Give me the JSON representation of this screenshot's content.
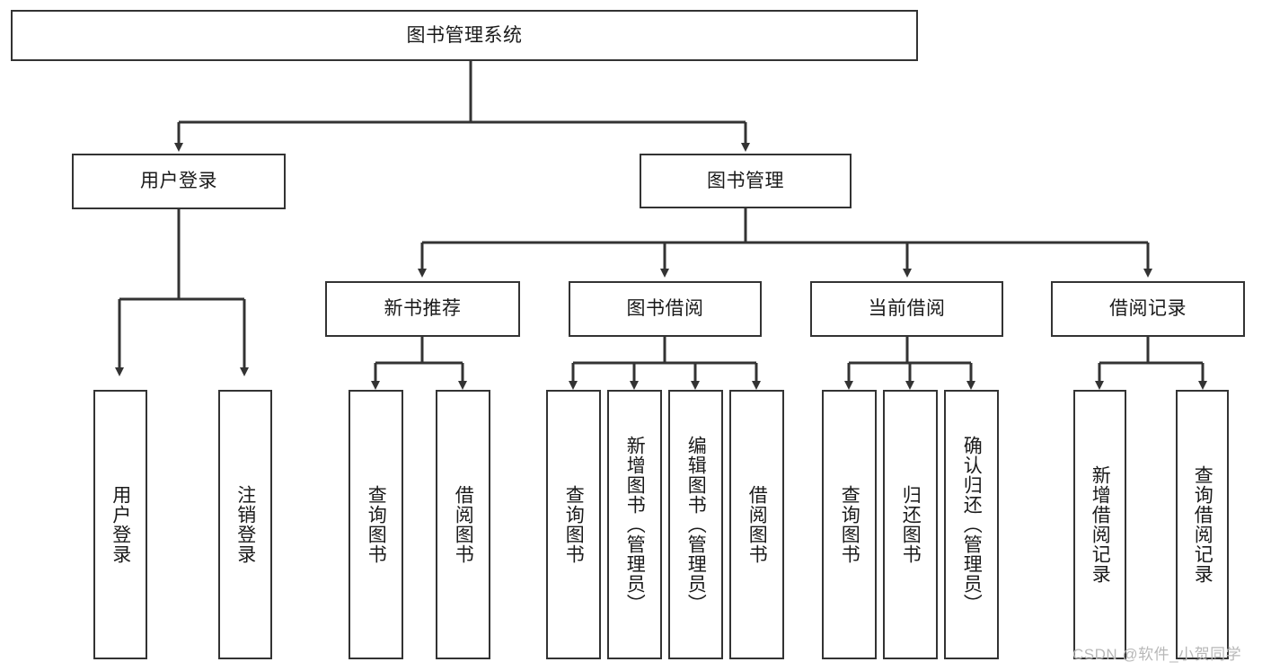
{
  "diagram": {
    "title_node": {
      "label": "图书管理系统"
    },
    "level2": [
      {
        "id": "user-login",
        "label": "用户登录"
      },
      {
        "id": "book-management",
        "label": "图书管理"
      }
    ],
    "level3": [
      {
        "id": "new-book-recommend",
        "label": "新书推荐"
      },
      {
        "id": "book-borrow",
        "label": "图书借阅"
      },
      {
        "id": "current-borrow",
        "label": "当前借阅"
      },
      {
        "id": "borrow-record",
        "label": "借阅记录"
      }
    ],
    "leaves": {
      "user_login": [
        {
          "id": "leaf-user-login",
          "label": "用户登录"
        },
        {
          "id": "leaf-logout-login",
          "label": "注销登录"
        }
      ],
      "new_book_recommend": [
        {
          "id": "leaf-query-book-1",
          "label": "查询图书"
        },
        {
          "id": "leaf-borrow-book-1",
          "label": "借阅图书"
        }
      ],
      "book_borrow": [
        {
          "id": "leaf-query-book-2",
          "label": "查询图书"
        },
        {
          "id": "leaf-add-book",
          "label": "新增图书（管理员）"
        },
        {
          "id": "leaf-edit-book",
          "label": "编辑图书（管理员）"
        },
        {
          "id": "leaf-borrow-book-2",
          "label": "借阅图书"
        }
      ],
      "current_borrow": [
        {
          "id": "leaf-query-book-3",
          "label": "查询图书"
        },
        {
          "id": "leaf-return-book",
          "label": "归还图书"
        },
        {
          "id": "leaf-confirm-return",
          "label": "确认归还（管理员）"
        }
      ],
      "borrow_record": [
        {
          "id": "leaf-add-record",
          "label": "新增借阅记录"
        },
        {
          "id": "leaf-query-record",
          "label": "查询借阅记录"
        }
      ]
    },
    "watermark": "CSDN @软件_小贺同学",
    "colors": {
      "stroke": "#333333",
      "background": "#ffffff",
      "text": "#1a1a1a",
      "watermark": "#b8b8b8"
    }
  }
}
